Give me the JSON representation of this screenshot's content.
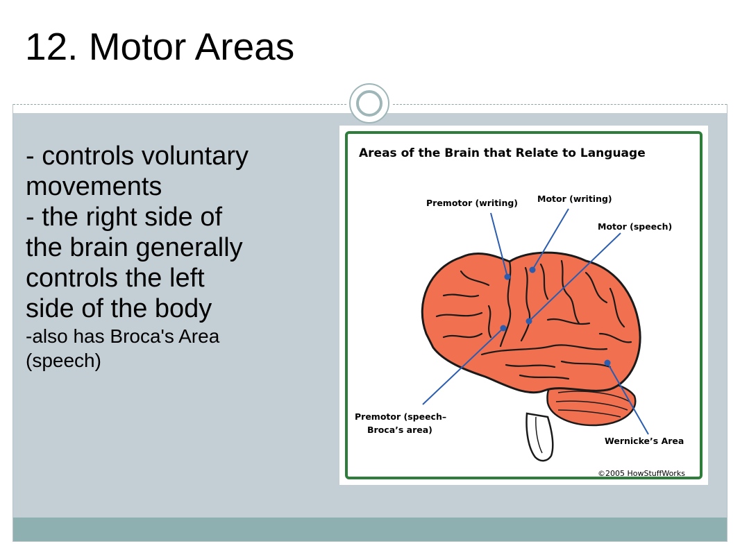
{
  "slide": {
    "title": "12.  Motor Areas",
    "body_lines": [
      "- controls voluntary",
      "movements",
      "- the right side of",
      "the brain generally",
      "controls the left",
      "side of the body"
    ],
    "small_lines": [
      "-also has Broca's Area",
      "(speech)"
    ]
  },
  "figure": {
    "title": "Areas of the Brain that Relate to Language",
    "labels": {
      "premotor_writing": "Premotor (writing)",
      "motor_writing": "Motor (writing)",
      "motor_speech": "Motor (speech)",
      "premotor_speech_1": "Premotor (speech–",
      "premotor_speech_2": "Broca’s area)",
      "wernicke": "Wernicke’s Area"
    },
    "credit": "©2005 HowStuffWorks",
    "colors": {
      "border": "#2e7d3a",
      "brain": "#f07050",
      "brain_outline": "#1a1a1a",
      "pointer": "#2a5db0"
    }
  },
  "theme": {
    "content_bg": "#c3ced5",
    "footer_bg": "#8fb0b0",
    "accent": "#9fb6b8"
  }
}
